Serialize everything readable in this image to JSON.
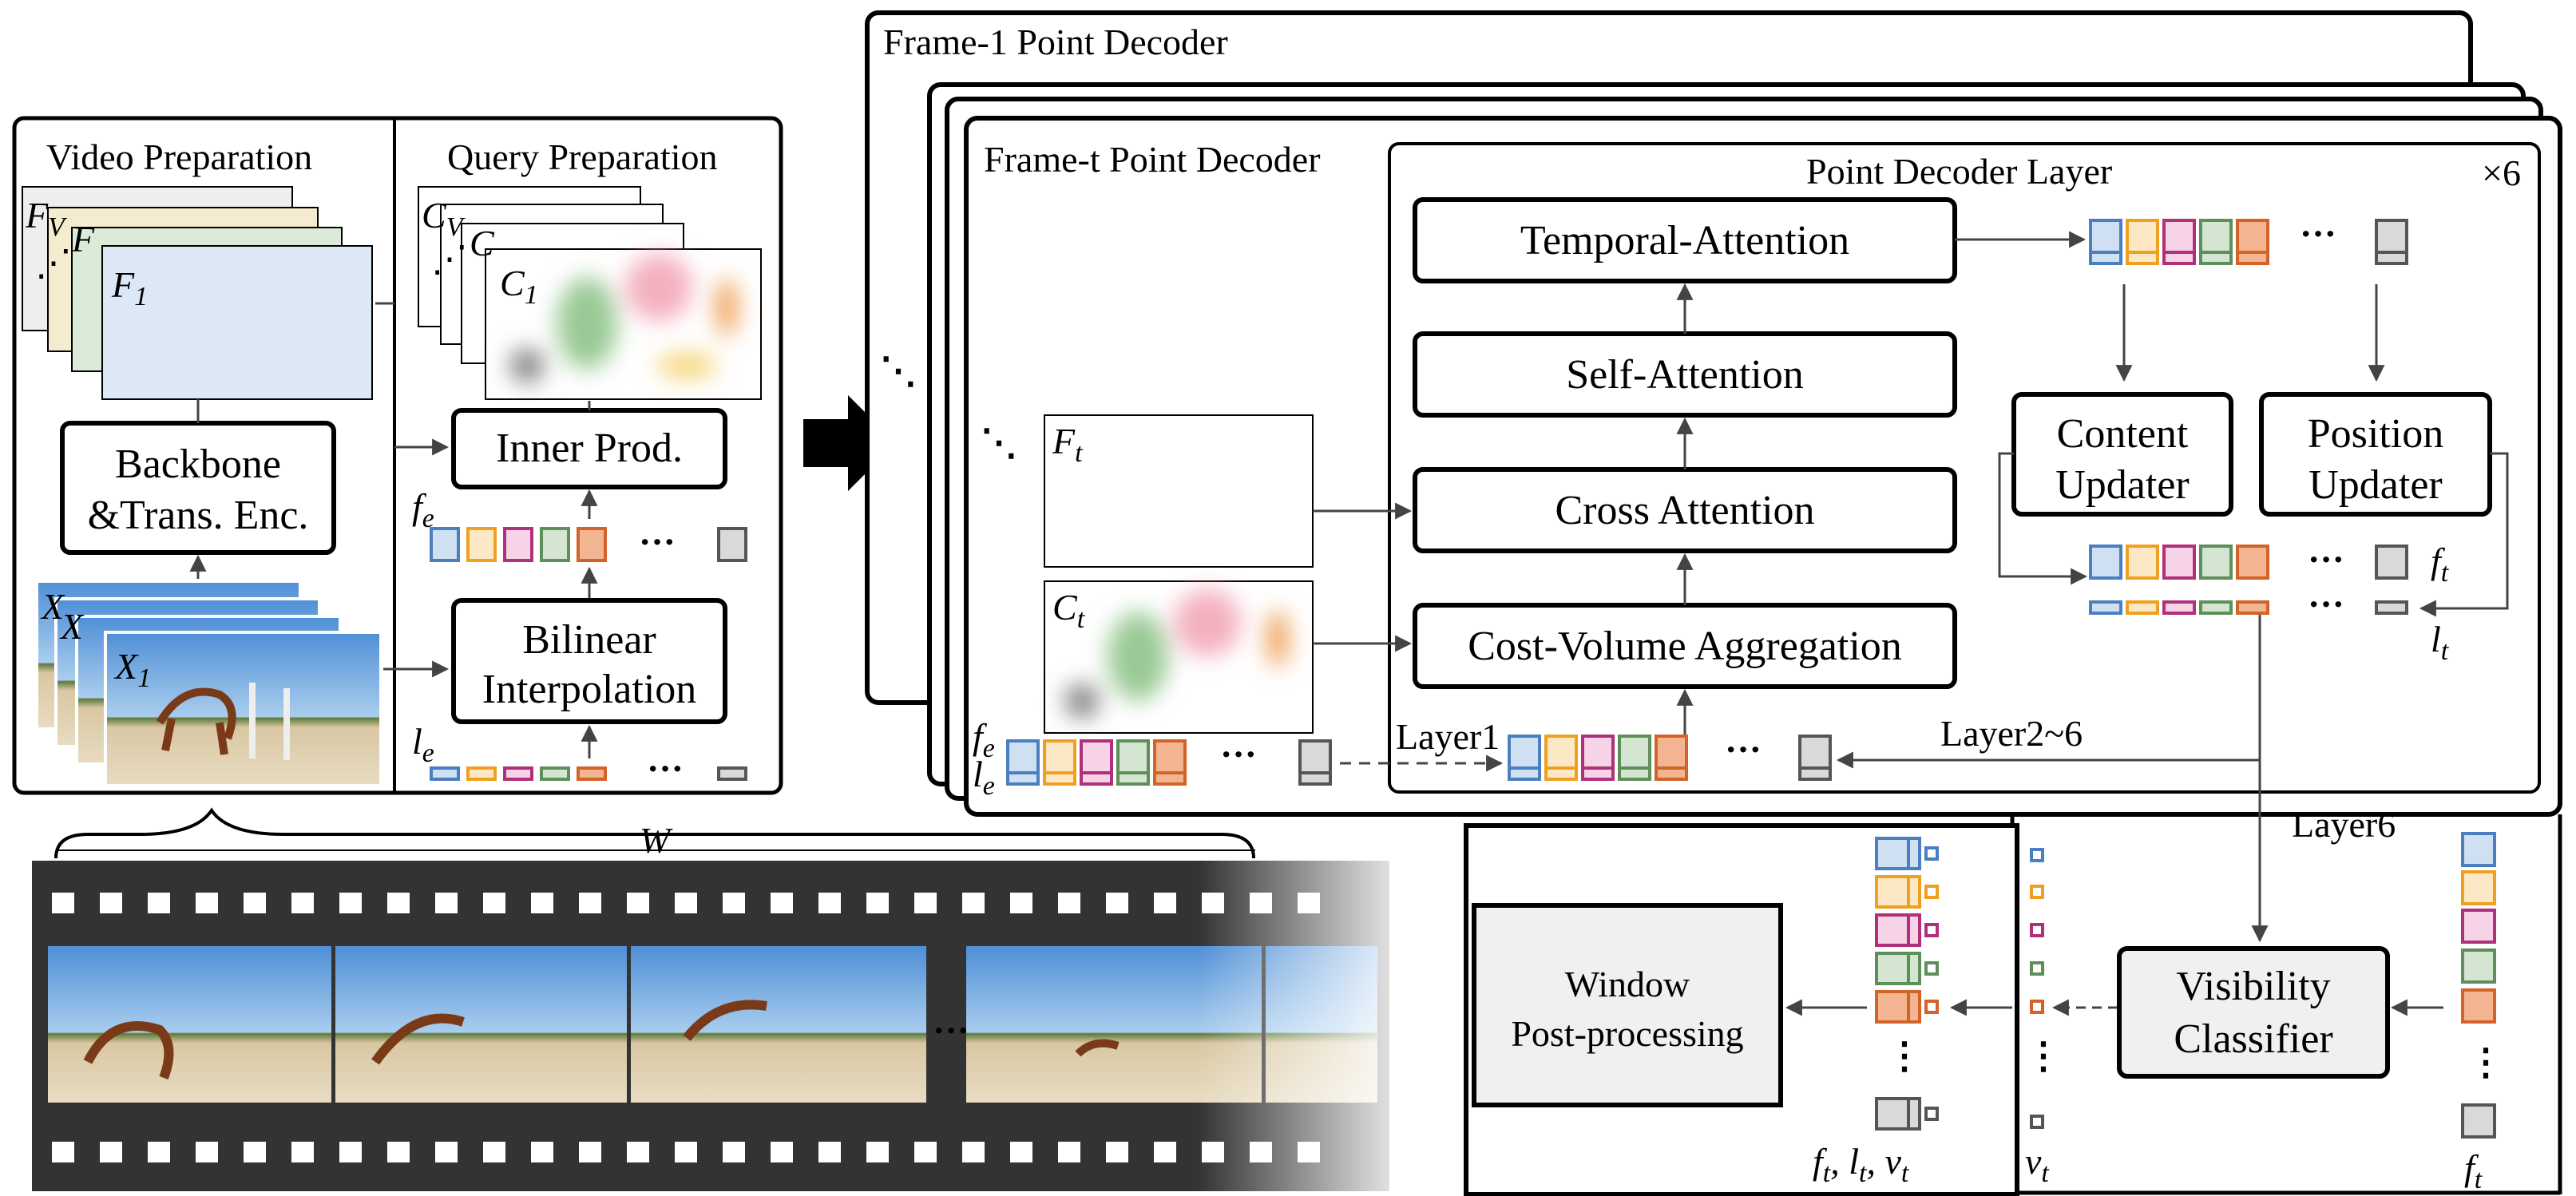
{
  "colors": {
    "token_blue": "#4a7fc1",
    "token_blue_fill": "#cfe0f3",
    "token_orange": "#f0a020",
    "token_orange_fill": "#fce8c4",
    "token_pink": "#b0307a",
    "token_pink_fill": "#f6d3e6",
    "token_green": "#5e8f5a",
    "token_green_fill": "#d4e6d1",
    "token_red": "#d2642a",
    "token_red_fill": "#f3b491",
    "token_gray": "#555555",
    "token_gray_fill": "#d9d9d9",
    "frame_blue": "#dce8f5",
    "box_gray": "#f0f0f0",
    "film": "#333333"
  },
  "left": {
    "video_title": "Video Preparation",
    "query_title": "Query Preparation",
    "backbone_line1": "Backbone",
    "backbone_line2": "&Trans. Enc.",
    "inner_prod": "Inner Prod.",
    "bilinear_line1": "Bilinear",
    "bilinear_line2": "Interpolation",
    "feat_F": "F",
    "feat_F_sub1": "1",
    "feat_F_subV": "V",
    "query_C": "C",
    "query_C_sub1": "1",
    "query_C_subV": "V",
    "img_X": "X",
    "img_X_sub1": "1",
    "fe": "f",
    "fe_sub": "e",
    "le": "l",
    "le_sub": "e",
    "width_label": "W",
    "dots": "···"
  },
  "decoder": {
    "frame1_title": "Frame-1 Point Decoder",
    "framet_title": "Frame-t Point Decoder",
    "layer_title": "Point Decoder Layer",
    "repeat": "×6",
    "temporal": "Temporal-Attention",
    "self_attn": "Self-Attention",
    "cross_attn": "Cross Attention",
    "cost_vol": "Cost-Volume Aggregation",
    "content_l1": "Content",
    "content_l2": "Updater",
    "position_l1": "Position",
    "position_l2": "Updater",
    "Ft": "F",
    "Ft_sub": "t",
    "Ct": "C",
    "Ct_sub": "t",
    "ft": "f",
    "ft_sub": "t",
    "lt": "l",
    "lt_sub": "t",
    "layer1": "Layer1",
    "layer2_6": "Layer2~6",
    "layer6": "Layer6"
  },
  "post": {
    "window_l1": "Window",
    "window_l2": "Post-processing",
    "visibility_l1": "Visibility",
    "visibility_l2": "Classifier",
    "out_label": "f",
    "vt": "v",
    "vt_sub": "t"
  }
}
